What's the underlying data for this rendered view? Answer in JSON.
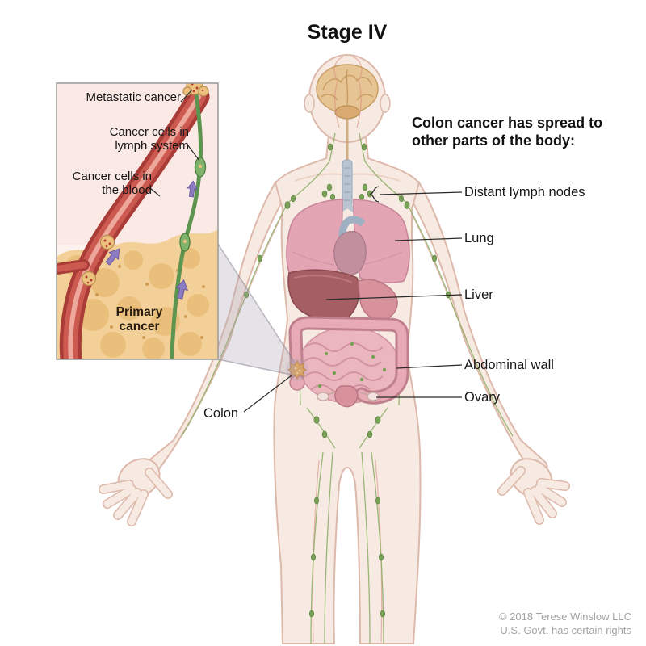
{
  "title": "Stage IV",
  "inset": {
    "metastatic_label": "Metastatic cancer",
    "lymph_label": "Cancer cells in lymph system",
    "blood_label": "Cancer cells in the blood",
    "primary_label": "Primary cancer"
  },
  "callout": {
    "heading": "Colon cancer has spread to other parts of the body:",
    "distant_lymph_nodes": "Distant lymph nodes",
    "lung": "Lung",
    "liver": "Liver",
    "abdominal_wall": "Abdominal wall",
    "ovary": "Ovary",
    "colon": "Colon"
  },
  "credit": {
    "line1": "© 2018 Terese Winslow LLC",
    "line2": "U.S. Govt. has certain rights"
  },
  "colors": {
    "skin": "#f7eae2",
    "outline": "#ddb9ab",
    "lung_pink": "#e3a4b4",
    "liver_red": "#a55e63",
    "lymph_green": "#79a257",
    "vessel_red": "#c04b44",
    "tumor_orange": "#eaa54b"
  }
}
